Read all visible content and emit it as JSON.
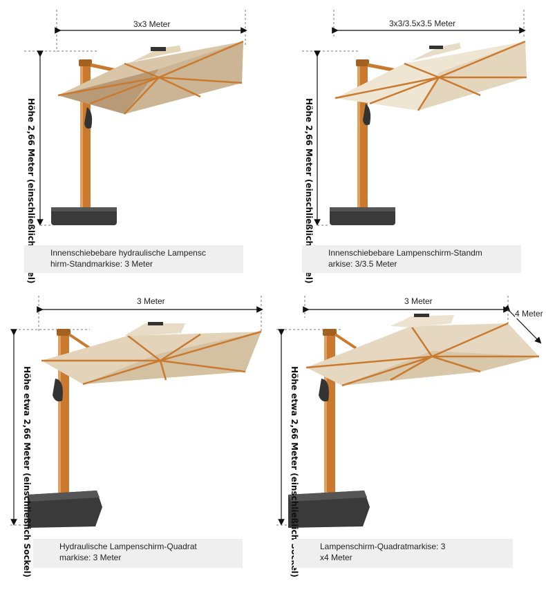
{
  "colors": {
    "canopy": "#d9c6a8",
    "canopy_dark": "#b89a76",
    "canopy_light": "#efe5d3",
    "pole": "#c97a2e",
    "pole_dark": "#8f5015",
    "base": "#3a3a3a",
    "caption_bg": "#efefef"
  },
  "panels": [
    {
      "width_label": "3x3 Meter",
      "height_label": "Höhe 2,66 Meter (einschließlich Sockel)",
      "caption_lines": [
        "Innenschiebebare hydraulische Lampensc",
        "hirm-Standmarkise: 3 Meter"
      ]
    },
    {
      "width_label": "3x3/3.5x3.5 Meter",
      "height_label": "Höhe 2,66 Meter (einschließlich Sockel)",
      "caption_lines": [
        "Innenschiebebare Lampenschirm-Standm",
        "arkise: 3/3.5 Meter"
      ]
    },
    {
      "width_label": "3 Meter",
      "height_label": "Höhe etwa 2,66 Meter (einschließlich Sockel)",
      "caption_lines": [
        "Hydraulische Lampenschirm-Quadrat",
        "markise: 3 Meter"
      ]
    },
    {
      "width_label": "3 Meter",
      "depth_label": "4 Meter",
      "height_label": "Höhe etwa 2,66 Meter (einschließlich Sockel)",
      "caption_lines": [
        "Lampenschirm-Quadratmarkise: 3",
        "x4 Meter"
      ]
    }
  ]
}
